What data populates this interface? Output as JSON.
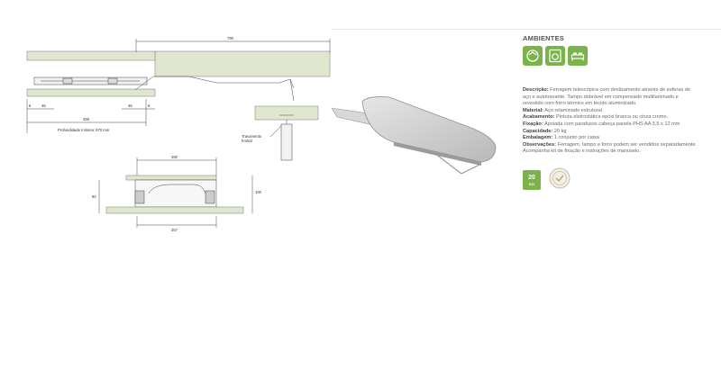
{
  "drawing": {
    "dim_total": "790",
    "dim_left_a": "8",
    "dim_left_b": "46",
    "dim_right_a": "46",
    "dim_right_b": "8",
    "dim_inner": "459",
    "depth_note": "Profundidade mínima: 670 mm",
    "lock_note_line1": "Travamento",
    "lock_note_line2": "frontal",
    "dim_top_width": "280",
    "dim_left_height": "80",
    "dim_right_height": "100",
    "dim_bottom_width": "257"
  },
  "specs": {
    "section_title": "AMBIENTES",
    "environment_icons": [
      "laundry-icon",
      "washing-machine-icon",
      "bedroom-icon"
    ],
    "lines": [
      {
        "label": "Descrição:",
        "text": " Ferragem telescópica com deslizamento através de esferas de"
      },
      {
        "label": "",
        "text": "aço e autotravante. Tampo dobrável em compensado multilaminado e"
      },
      {
        "label": "",
        "text": "revestido com forro térmico em tecido aluminizado."
      },
      {
        "label": "Material:",
        "text": " Aço relaminado estrutural"
      },
      {
        "label": "Acabamento:",
        "text": " Pintura eletrostática epóxi branca ou cinza cromo."
      },
      {
        "label": "Fixação:",
        "text": " Apoiada com parafusos cabeça panela PHS AA 3,5 x 12 mm"
      },
      {
        "label": "Capacidade:",
        "text": " 20 kg"
      },
      {
        "label": "Embalagem:",
        "text": " 1 conjunto por caixa"
      },
      {
        "label": "Observações:",
        "text": " Ferragem, tampo e forro podem ser vendidos separadamente."
      },
      {
        "label": "",
        "text": "Acompanha kit de fixação e instruções de manuseio."
      }
    ],
    "weight_value": "20",
    "weight_unit": "KG",
    "colors": {
      "accent_green": "#7ab34a",
      "board_green": "#dfe8cf"
    }
  }
}
